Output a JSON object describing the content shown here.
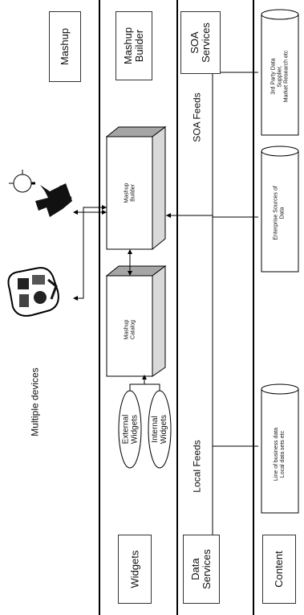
{
  "layers": {
    "mashup": "Mashup",
    "mashup_builder": "Mashup\nBuilder",
    "soa_services": "SOA\nServices",
    "widgets": "Widgets",
    "data_services": "Data\nServices",
    "content": "Content"
  },
  "nodes": {
    "multiple_devices": "Multiple devices",
    "mashup_builder_box": "Mashup\nBuilder",
    "mashup_catalog_box": "Mashup\nCatalog",
    "external_widgets": "External\nWidgets",
    "internal_widgets": "Internal\nWidgets",
    "soa_feeds": "SOA Feeds",
    "local_feeds": "Local Feeds",
    "third_party": "3rd Party Data\nSupplier,\nMarket Research etc",
    "enterprise_sources": "Enterprise Sources of\nData",
    "line_of_business": "Line of business data\nLocal data sets etc"
  },
  "colors": {
    "line": "#000000",
    "box_face": "#ffffff",
    "box_side": "#d9d9d9",
    "box_top": "#a6a6a6"
  }
}
